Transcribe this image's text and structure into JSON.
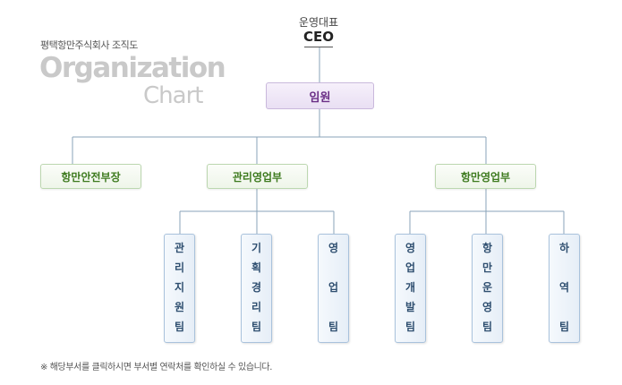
{
  "header": {
    "company": "평택항만주식회사 조직도",
    "title_word1": "Organization",
    "title_word2": "Chart"
  },
  "ceo": {
    "sub": "운영대표",
    "main": "CEO"
  },
  "executive": {
    "label": "임원"
  },
  "departments": [
    {
      "label": "항만안전부장"
    },
    {
      "label": "관리영업부"
    },
    {
      "label": "항만영업부"
    }
  ],
  "teams": [
    {
      "chars": [
        "관",
        "리",
        "지",
        "원",
        "팀"
      ]
    },
    {
      "chars": [
        "기",
        "획",
        "경",
        "리",
        "팀"
      ]
    },
    {
      "chars": [
        "영",
        "업",
        "팀"
      ]
    },
    {
      "chars": [
        "영",
        "업",
        "개",
        "발",
        "팀"
      ]
    },
    {
      "chars": [
        "항",
        "만",
        "운",
        "영",
        "팀"
      ]
    },
    {
      "chars": [
        "하",
        "역",
        "팀"
      ]
    }
  ],
  "footnote": "※ 해당부서를 클릭하시면 부서별 연락처를 확인하실 수 있습니다.",
  "colors": {
    "line": "#8aa3b8",
    "executive_text": "#6a2e86",
    "department_text": "#3d7a1e",
    "team_text": "#2f4f70"
  }
}
